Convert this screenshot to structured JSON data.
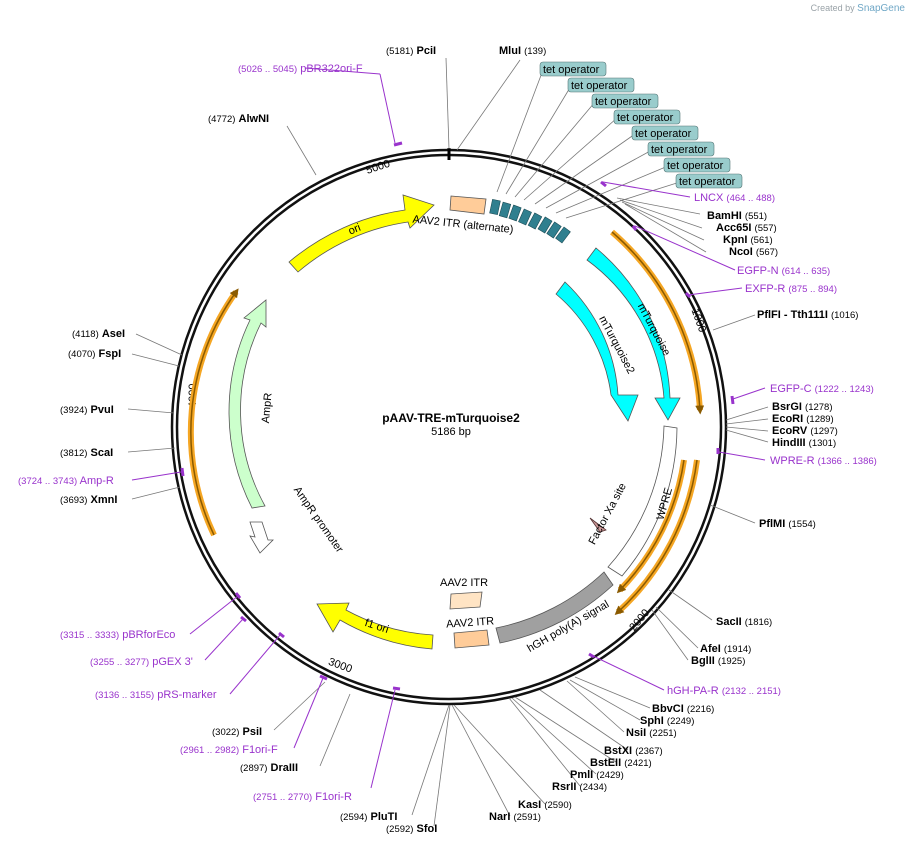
{
  "credit": {
    "prefix": "Created by",
    "brand": "SnapGene"
  },
  "map": {
    "title": "pAAV-TRE-mTurquoise2",
    "length": "5186 bp",
    "ticks": [
      "1000",
      "2000",
      "3000",
      "4000",
      "5000"
    ],
    "colors": {
      "enzyme": "#000000",
      "primer": "#9933cc",
      "ori": "#ffff00",
      "itr": "#ffcc99",
      "operator": "#99cccc",
      "fluor": "#00ffff",
      "ampr": "#ccffcc",
      "polyA": "#a0a0a0",
      "orfOutline": "#f5a623"
    }
  },
  "features": {
    "ori": "ori",
    "aav2_itr_alt": "AAV2 ITR (alternate)",
    "mTurquoise": "mTurquoise",
    "mTurquoise2": "mTurquoise2",
    "wpre": "WPRE",
    "factor_xa": "Factor Xa site",
    "hgh_polya": "hGH poly(A) signal",
    "aav2_itr_a": "AAV2 ITR",
    "aav2_itr_b": "AAV2 ITR",
    "f1_ori": "f1 ori",
    "ampr": "AmpR",
    "ampr_promoter": "AmpR promoter",
    "tet_operator": "tet operator"
  },
  "enzymes": [
    {
      "id": "pcii",
      "name": "PciI",
      "pos": "(5181)"
    },
    {
      "id": "mlui",
      "name": "MluI",
      "pos": "(139)"
    },
    {
      "id": "alwni",
      "name": "AlwNI",
      "pos": "(4772)"
    },
    {
      "id": "bamhi",
      "name": "BamHI",
      "pos": "(551)"
    },
    {
      "id": "acc65i",
      "name": "Acc65I",
      "pos": "(557)"
    },
    {
      "id": "kpni",
      "name": "KpnI",
      "pos": "(561)"
    },
    {
      "id": "ncoi",
      "name": "NcoI",
      "pos": "(567)"
    },
    {
      "id": "pflfi",
      "name": "PflFI  - Tth111I",
      "pos": "(1016)"
    },
    {
      "id": "bsrgi",
      "name": "BsrGI",
      "pos": "(1278)"
    },
    {
      "id": "ecori",
      "name": "EcoRI",
      "pos": "(1289)"
    },
    {
      "id": "ecorv",
      "name": "EcoRV",
      "pos": "(1297)"
    },
    {
      "id": "hindiii",
      "name": "HindIII",
      "pos": "(1301)"
    },
    {
      "id": "pflmi",
      "name": "PflMI",
      "pos": "(1554)"
    },
    {
      "id": "sacii",
      "name": "SacII",
      "pos": "(1816)"
    },
    {
      "id": "afei",
      "name": "AfeI",
      "pos": "(1914)"
    },
    {
      "id": "bglii",
      "name": "BglII",
      "pos": "(1925)"
    },
    {
      "id": "bbvci",
      "name": "BbvCI",
      "pos": "(2216)"
    },
    {
      "id": "sphi",
      "name": "SphI",
      "pos": "(2249)"
    },
    {
      "id": "nsii",
      "name": "NsiI",
      "pos": "(2251)"
    },
    {
      "id": "bstxi",
      "name": "BstXI",
      "pos": "(2367)"
    },
    {
      "id": "bsteii",
      "name": "BstEII",
      "pos": "(2421)"
    },
    {
      "id": "pmli",
      "name": "PmlI",
      "pos": "(2429)"
    },
    {
      "id": "rsrii",
      "name": "RsrII",
      "pos": "(2434)"
    },
    {
      "id": "kasi",
      "name": "KasI",
      "pos": "(2590)"
    },
    {
      "id": "nari",
      "name": "NarI",
      "pos": "(2591)"
    },
    {
      "id": "sfoi",
      "name": "SfoI",
      "pos": "(2592)"
    },
    {
      "id": "pluti",
      "name": "PluTI",
      "pos": "(2594)"
    },
    {
      "id": "draiii",
      "name": "DraIII",
      "pos": "(2897)"
    },
    {
      "id": "psii",
      "name": "PsiI",
      "pos": "(3022)"
    },
    {
      "id": "xmni",
      "name": "XmnI",
      "pos": "(3693)"
    },
    {
      "id": "scai",
      "name": "ScaI",
      "pos": "(3812)"
    },
    {
      "id": "pvui",
      "name": "PvuI",
      "pos": "(3924)"
    },
    {
      "id": "fspi",
      "name": "FspI",
      "pos": "(4070)"
    },
    {
      "id": "asei",
      "name": "AseI",
      "pos": "(4118)"
    }
  ],
  "primers": [
    {
      "id": "pbr322ori",
      "name": "pBR322ori-F",
      "range": "(5026 .. 5045)"
    },
    {
      "id": "lncx",
      "name": "LNCX",
      "range": "(464 .. 488)"
    },
    {
      "id": "egfpn",
      "name": "EGFP-N",
      "range": "(614 .. 635)"
    },
    {
      "id": "exfpr",
      "name": "EXFP-R",
      "range": "(875 .. 894)"
    },
    {
      "id": "egfpc",
      "name": "EGFP-C",
      "range": "(1222 .. 1243)"
    },
    {
      "id": "wprer",
      "name": "WPRE-R",
      "range": "(1366 .. 1386)"
    },
    {
      "id": "hghpar",
      "name": "hGH-PA-R",
      "range": "(2132 .. 2151)"
    },
    {
      "id": "f1orir",
      "name": "F1ori-R",
      "range": "(2751 .. 2770)"
    },
    {
      "id": "f1orif",
      "name": "F1ori-F",
      "range": "(2961 .. 2982)"
    },
    {
      "id": "prsmarker",
      "name": "pRS-marker",
      "range": "(3136 .. 3155)"
    },
    {
      "id": "pgex3",
      "name": "pGEX 3'",
      "range": "(3255 .. 3277)"
    },
    {
      "id": "pbrforeco",
      "name": "pBRforEco",
      "range": "(3315 .. 3333)"
    },
    {
      "id": "ampr",
      "name": "Amp-R",
      "range": "(3724 .. 3743)"
    }
  ]
}
